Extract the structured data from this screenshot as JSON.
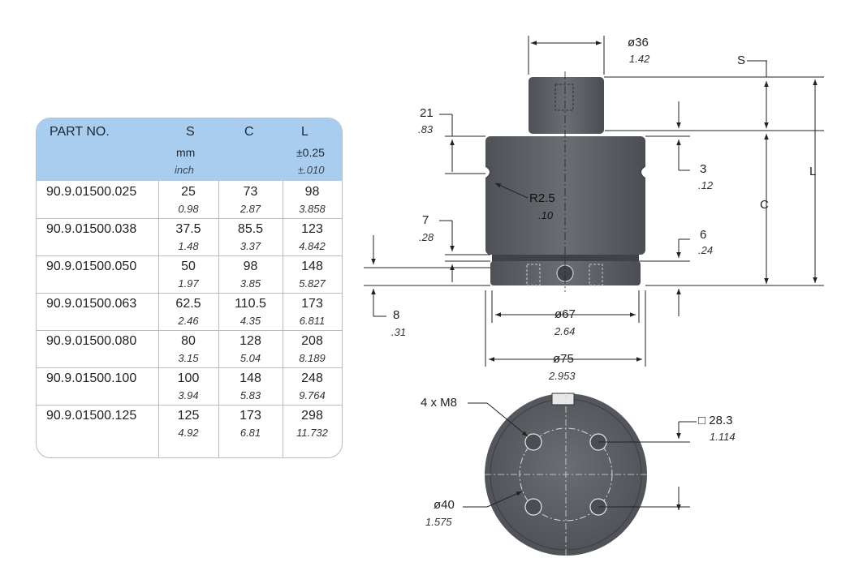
{
  "table": {
    "headers": {
      "part": "PART NO.",
      "s": "S",
      "s_mm": "mm",
      "s_inch": "inch",
      "c": "C",
      "l": "L",
      "l_tol": "±0.25",
      "l_tol_inch": "±.010"
    },
    "rows": [
      {
        "part": "90.9.01500.025",
        "s": "25",
        "s_in": "0.98",
        "c": "73",
        "c_in": "2.87",
        "l": "98",
        "l_in": "3.858"
      },
      {
        "part": "90.9.01500.038",
        "s": "37.5",
        "s_in": "1.48",
        "c": "85.5",
        "c_in": "3.37",
        "l": "123",
        "l_in": "4.842"
      },
      {
        "part": "90.9.01500.050",
        "s": "50",
        "s_in": "1.97",
        "c": "98",
        "c_in": "3.85",
        "l": "148",
        "l_in": "5.827"
      },
      {
        "part": "90.9.01500.063",
        "s": "62.5",
        "s_in": "2.46",
        "c": "110.5",
        "c_in": "4.35",
        "l": "173",
        "l_in": "6.811"
      },
      {
        "part": "90.9.01500.080",
        "s": "80",
        "s_in": "3.15",
        "c": "128",
        "c_in": "5.04",
        "l": "208",
        "l_in": "8.189"
      },
      {
        "part": "90.9.01500.100",
        "s": "100",
        "s_in": "3.94",
        "c": "148",
        "c_in": "5.83",
        "l": "248",
        "l_in": "9.764"
      },
      {
        "part": "90.9.01500.125",
        "s": "125",
        "s_in": "4.92",
        "c": "173",
        "c_in": "6.81",
        "l": "298",
        "l_in": "11.732"
      }
    ]
  },
  "drawing": {
    "d36": "ø36",
    "d36_in": "1.42",
    "s": "S",
    "l": "L",
    "c": "C",
    "d21": "21",
    "d21_in": ".83",
    "d3": "3",
    "d3_in": ".12",
    "r25": "R2.5",
    "r25_in": ".10",
    "d7": "7",
    "d7_in": ".28",
    "d6": "6",
    "d6_in": ".24",
    "d8": "8",
    "d8_in": ".31",
    "d67": "ø67",
    "d67_in": "2.64",
    "d75": "ø75",
    "d75_in": "2.953",
    "m8": "4 x M8",
    "sq283": "□ 28.3",
    "sq283_in": "1.114",
    "d40": "ø40",
    "d40_in": "1.575"
  }
}
